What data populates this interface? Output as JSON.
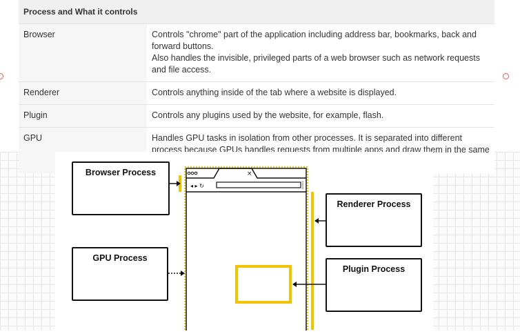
{
  "table": {
    "header": "Process and What it controls",
    "rows": [
      {
        "process": "Browser",
        "line1": "Controls \"chrome\" part of the application including address bar, bookmarks, back and forward buttons.",
        "line2": "Also handles the invisible, privileged parts of a web browser such as network requests and file access."
      },
      {
        "process": "Renderer",
        "line1": "Controls anything inside of the tab where a website is displayed.",
        "line2": ""
      },
      {
        "process": "Plugin",
        "line1": "Controls any plugins used by the website, for example, flash.",
        "line2": ""
      },
      {
        "process": "GPU",
        "line1": "Handles GPU tasks in isolation from other processes. It is separated into different process because GPUs handles requests from multiple apps and draw them in the same surface.",
        "line2": ""
      }
    ]
  },
  "diagram": {
    "browser_process": "Browser Process",
    "gpu_process": "GPU Process",
    "renderer_process": "Renderer Process",
    "plugin_process": "Plugin Process",
    "accent": "#f2c300"
  }
}
